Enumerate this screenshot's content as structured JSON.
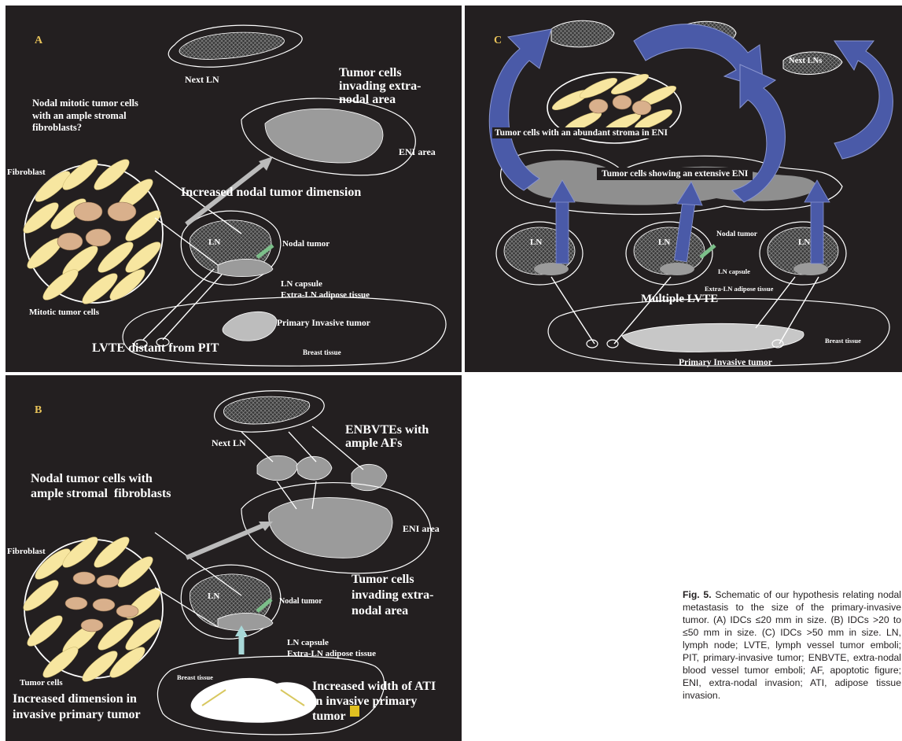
{
  "panelA": {
    "letter": "A",
    "labels": {
      "next_ln": "Next LN",
      "tumor_cells_invading": "Tumor cells\ninvading extra-\nnodal area",
      "nodal_mitotic": "Nodal mitotic tumor cells\nwith an ample stromal\nfibroblasts?",
      "eni_area": "ENI area",
      "fibroblast": "Fibroblast",
      "increased_dimension": "Increased nodal tumor dimension",
      "ln": "LN",
      "nodal_tumor": "Nodal tumor",
      "ln_capsule": "LN capsule",
      "extra_ln_adipose": "Extra-LN adipose tissue",
      "mitotic_tumor_cells": "Mitotic tumor cells",
      "primary_invasive_tumor": "Primary Invasive tumor",
      "lvte_distant": "LVTE distant from PIT",
      "breast_tissue": "Breast tissue"
    }
  },
  "panelB": {
    "letter": "B",
    "labels": {
      "next_ln": "Next LN",
      "enbvtes": "ENBVTEs with\nample AFs",
      "nodal_tumor_cells": "Nodal tumor cells with\nample stromal  fibroblasts",
      "fibroblast": "Fibroblast",
      "eni_area": "ENI area",
      "tumor_cells_invading": "Tumor cells\ninvading extra-\nnodal area",
      "ln": "LN",
      "nodal_tumor": "Nodal tumor",
      "ln_capsule": "LN capsule",
      "extra_ln_adipose": "Extra-LN adipose tissue",
      "tumor_cells": "Tumor cells",
      "breast_tissue": "Breast tissue",
      "increased_dimension": "Increased dimension in\ninvasive primary tumor",
      "increased_width": "Increased width of ATI\nin invasive primary\ntumor"
    }
  },
  "panelC": {
    "letter": "C",
    "labels": {
      "next_lns": "Next LNs",
      "tumor_cells_stroma": "Tumor cells with an abundant stroma in ENI",
      "tumor_cells_eni": "Tumor cells showing an extensive ENI",
      "ln1": "LN",
      "ln2": "LN",
      "ln3": "LN",
      "nodal_tumor": "Nodal tumor",
      "ln_capsule": "LN capsule",
      "extra_ln_adipose": "Extra-LN adipose tissue",
      "multiple_lvte": "Multiple LVTE",
      "breast_tissue": "Breast tissue",
      "primary_invasive_tumor": "Primary Invasive tumor"
    }
  },
  "caption": {
    "fig_label": "Fig. 5.",
    "text": "  Schematic of our hypothesis relating nodal metastasis to the size of the primary-invasive tumor. (A) IDCs ≤20 mm in size. (B) IDCs >20 to ≤50 mm in size. (C) IDCs >50 mm in size. LN, lymph node; LVTE, lymph vessel tumor emboli; PIT, primary-invasive tumor; ENBVTE, extra-nodal blood vessel tumor emboli; AF, apoptotic figure; ENI, extra-nodal invasion; ATI, adipose tissue invasion."
  },
  "colors": {
    "panel_bg": "#231f20",
    "fibroblast": "#f7e6a0",
    "tumor_cell": "#d9b08c",
    "arrow_blue": "#4a5aa8",
    "text": "#ffffff",
    "letter": "#e8c35a"
  }
}
